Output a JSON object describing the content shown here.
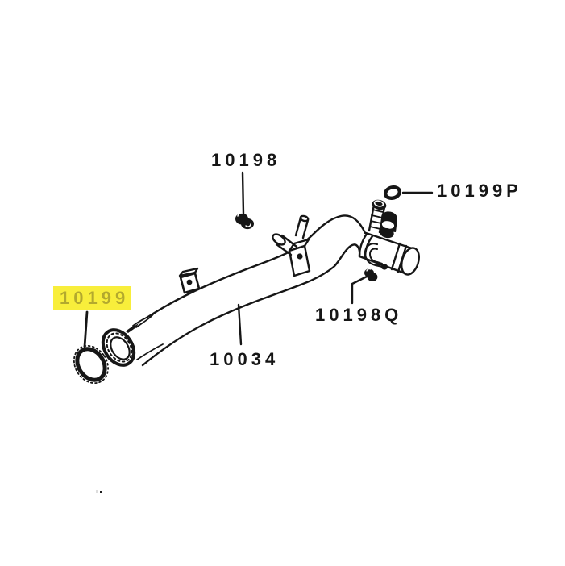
{
  "diagram": {
    "background_color": "#ffffff",
    "line_color": "#161616",
    "highlight_background": "#f8ee3b",
    "highlight_text_color": "#b3a92e",
    "highlighted_part": "10199",
    "labels": {
      "bolt_upper": "10198",
      "oring_outlet": "10199P",
      "oring_inlet": "10199",
      "bolt_clamp": "10198Q",
      "water_pipe": "10034"
    }
  }
}
